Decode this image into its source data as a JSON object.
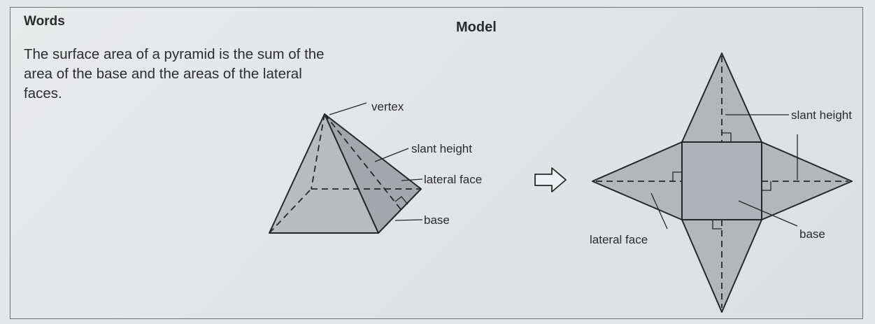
{
  "words": {
    "heading": "Words",
    "text": "The surface area of a pyramid is the sum of the area of the base and the areas of the lateral faces."
  },
  "model": {
    "heading": "Model",
    "pyramid_labels": {
      "vertex": "vertex",
      "slant_height": "slant height",
      "lateral_face": "lateral face",
      "base": "base"
    },
    "net_labels": {
      "slant_height": "slant height",
      "lateral_face": "lateral face",
      "base": "base"
    }
  },
  "colors": {
    "face_fill": "#b4b7ba",
    "dark_face_fill": "#9fa3a7",
    "line": "#262728"
  }
}
